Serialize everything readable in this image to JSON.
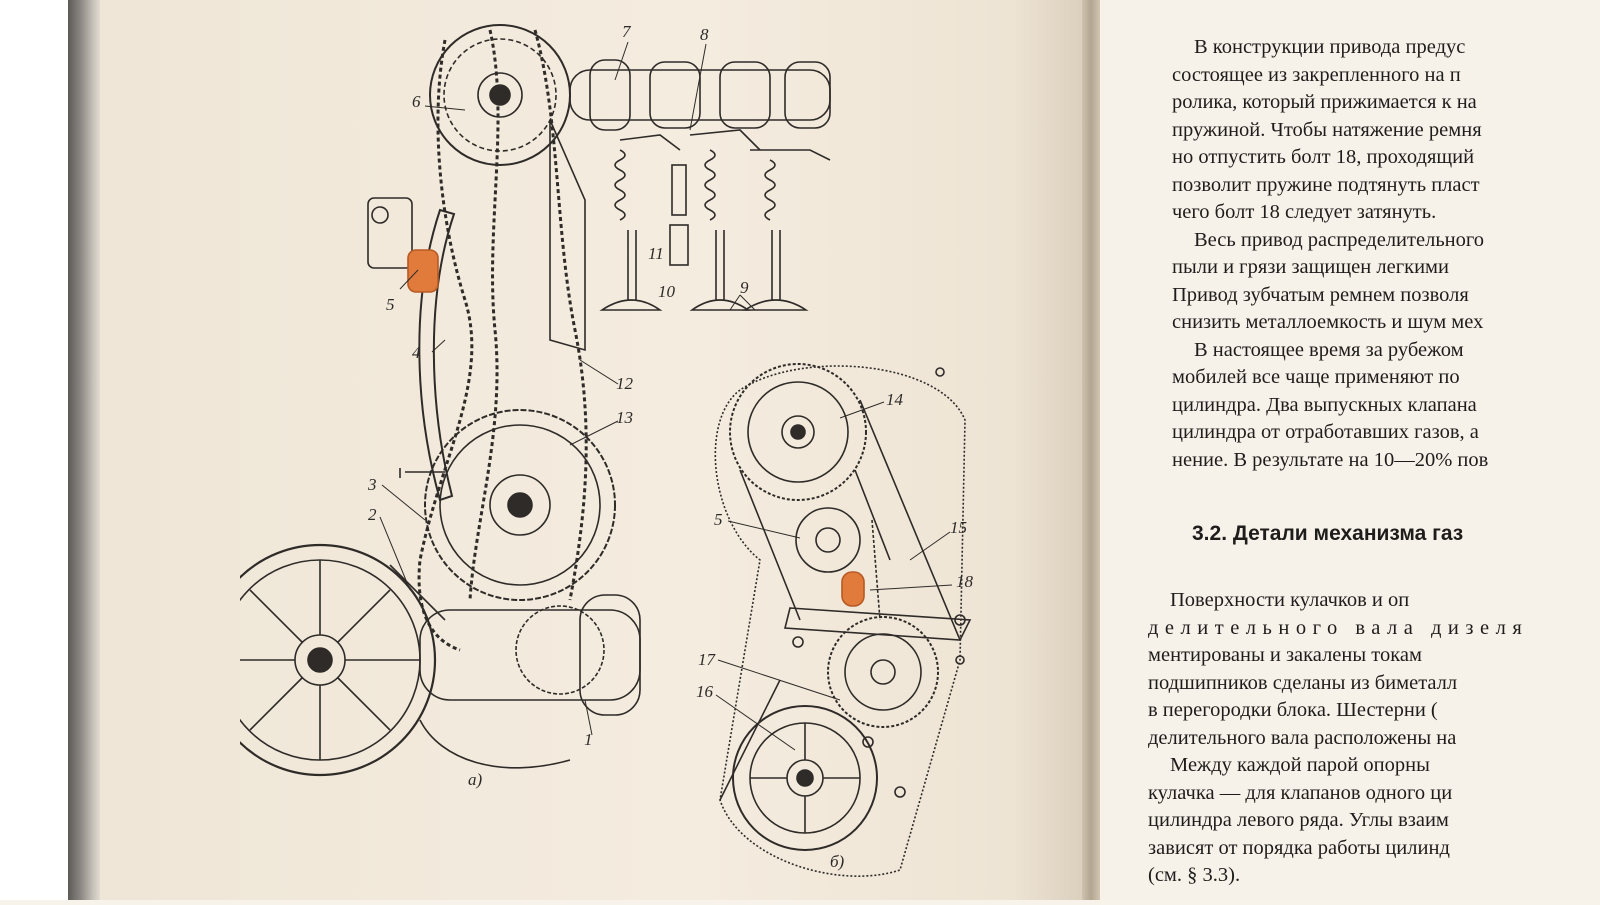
{
  "figure": {
    "caption_a": "а)",
    "caption_b": "б)",
    "callouts_a": [
      "1",
      "2",
      "3",
      "4",
      "5",
      "6",
      "7",
      "8",
      "9",
      "10",
      "11",
      "12",
      "13"
    ],
    "callouts_b": [
      "5",
      "14",
      "15",
      "16",
      "17",
      "18"
    ],
    "highlight_color": "#e07b3c"
  },
  "right_text": {
    "para1": [
      "В конструкции привода предус",
      "состоящее из закрепленного на п",
      "ролика, который прижимается к на",
      "пружиной. Чтобы натяжение ремня",
      "но отпустить болт 18, проходящий",
      "позволит пружине подтянуть пласт",
      "чего болт 18 следует затянуть."
    ],
    "para2": [
      "Весь привод распределительного",
      "пыли и грязи защищен легкими",
      "Привод зубчатым ремнем позволя",
      "снизить металлоемкость и шум мех"
    ],
    "para3": [
      "В настоящее время за рубежом",
      "мобилей все чаще применяют по",
      "цилиндра. Два выпускных клапана",
      "цилиндра от отработавших газов, а",
      "нение. В результате на 10—20% пов"
    ],
    "heading": "3.2. Детали механизма газ",
    "para4": [
      "Поверхности кулачков и оп",
      "делительного вала дизеля",
      "ментированы и закалены токам",
      "подшипников сделаны из биметалл",
      "в перегородки блока. Шестерни (",
      "делительного вала расположены на"
    ],
    "para5": [
      "Между каждой парой опорны",
      "кулачка — для клапанов одного ци",
      "цилиндра левого ряда. Углы взаим",
      "зависят от порядка работы цилинд",
      "(см. § 3.3)."
    ]
  }
}
